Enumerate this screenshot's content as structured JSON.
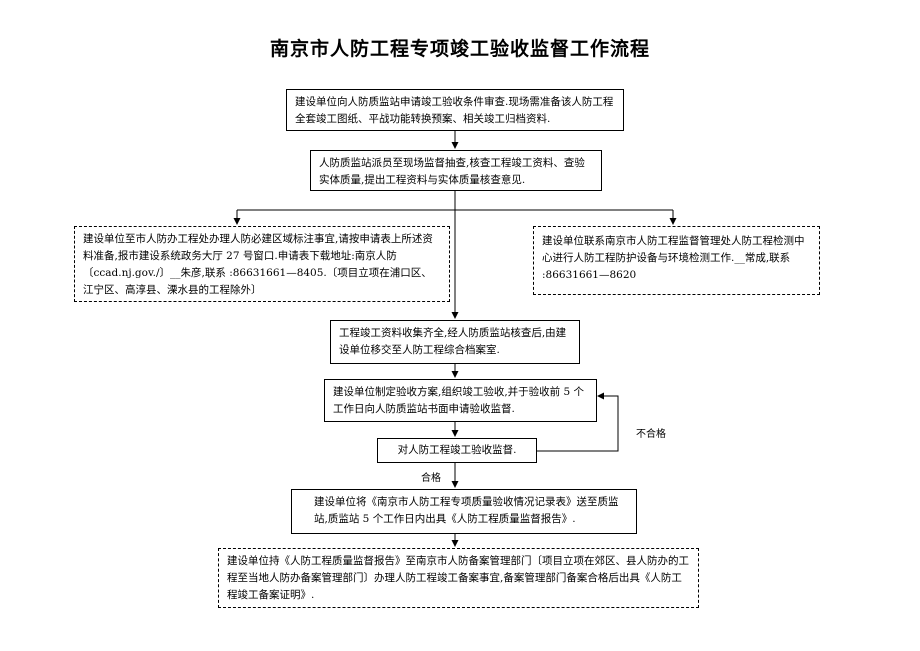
{
  "title": "南京市人防工程专项竣工验收监督工作流程",
  "steps": {
    "s1": "建设单位向人防质监站申请竣工验收条件审查.现场需准备该人防工程全套竣工图纸、平战功能转换预案、相关竣工归档资料.",
    "s2": "人防质监站派员至现场监督抽查,核查工程竣工资料、查验实体质量,提出工程资料与实体质量核查意见.",
    "left_branch": "建设单位至市人防办工程处办理人防必建区域标注事宜,请按申请表上所述资料准备,报市建设系统政务大厅 27 号窗口.申请表下载地址:南京人防〔ccad.nj.gov./〕__朱彦,联系    :86631661—8405.〔项目立项在浦口区、江宁区、高淳县、溧水县的工程除外〕",
    "right_branch": "建设单位联系南京市人防工程监督管理处人防工程检测中心进行人防工程防护设备与环境检测工作.__常成,联系    :86631661—8620",
    "s3": "工程竣工资料收集齐全,经人防质监站核查后,由建设单位移交至人防工程综合档案室.",
    "s4": "建设单位制定验收方案,组织竣工验收,并于验收前 5 个工作日向人防质监站书面申请验收监督.",
    "s5": "对人防工程竣工验收监督.",
    "s6": "建设单位将《南京市人防工程专项质量验收情况记录表》送至质监站,质监站 5 个工作日内出具《人防工程质量监督报告》.",
    "s7": "建设单位持《人防工程质量监督报告》至南京市人防备案管理部门〔项目立项在郊区、县人防办的工程至当地人防办备案管理部门〕办理人防工程竣工备案事宜,备案管理部门备案合格后出具《人防工程竣工备案证明》."
  },
  "labels": {
    "fail": "不合格",
    "pass": "合格"
  }
}
